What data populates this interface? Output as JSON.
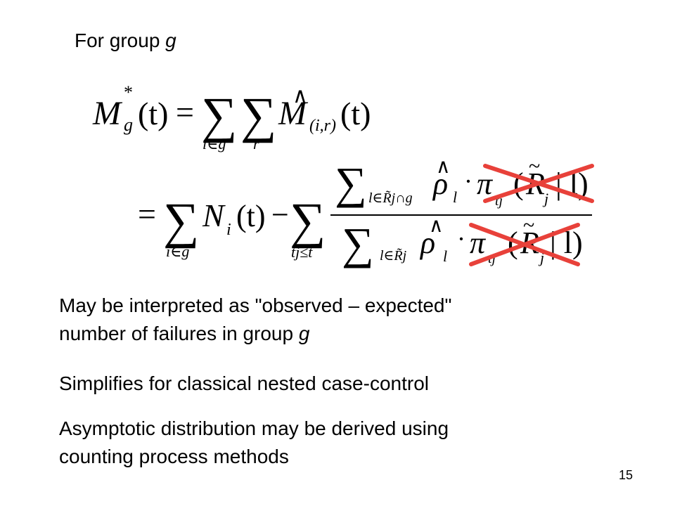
{
  "slide": {
    "heading_prefix": "For group ",
    "heading_var": "g",
    "equation_1": {
      "lhs_M": "M",
      "lhs_sup": "*",
      "lhs_sub": "g",
      "lhs_arg": "(t)",
      "eq": "=",
      "sum1_sub": "i∈g",
      "sum2_sub": "r",
      "rhs_M": "M",
      "rhs_sub": "(i,r)",
      "rhs_arg": "(t)",
      "hat": "∧"
    },
    "equation_2": {
      "eq": "=",
      "sum1_sub": "i∈g",
      "N": "N",
      "N_sub": "i",
      "N_arg": "(t)",
      "minus": "−",
      "sum2_sub": "tj≤t",
      "num_sum_sub": "l∈R̃j∩g",
      "den_sum_sub": "l∈R̃j",
      "rho": "ρ",
      "rho_sub": "l",
      "dot": "·",
      "pi": "π",
      "pi_sub": "tj",
      "pi_arg_open": "(",
      "R": "R",
      "R_tilde": "~",
      "R_sub": "j",
      "pi_arg_close": "| l)"
    },
    "crossout_color": "#e8413a",
    "bullet_1_line_1": "May be interpreted as \"observed – expected\"",
    "bullet_1_line_2_prefix": "number of failures in group ",
    "bullet_1_line_2_var": "g",
    "bullet_2": "Simplifies for classical nested case-control",
    "bullet_3_line_1": "Asymptotic distribution may be derived using",
    "bullet_3_line_2": "counting process methods",
    "page_number": "15"
  }
}
